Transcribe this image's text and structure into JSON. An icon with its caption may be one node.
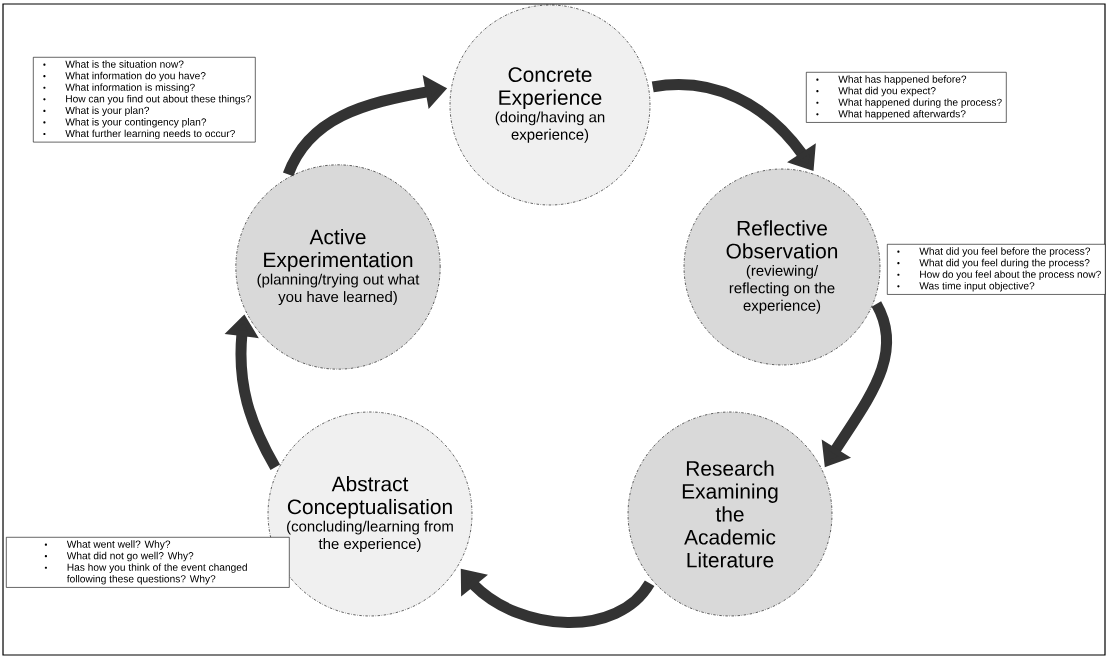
{
  "diagram": {
    "nodes": [
      {
        "text": [
          "Concrete Experience",
          "(doing/having an experience)"
        ]
      },
      {
        "text": [
          "Active Experimentation",
          "(planning/trying out what you have learned)"
        ]
      },
      {
        "text": [
          "Reflective Observation",
          "(reviewing/ reflecting on the experience)"
        ]
      },
      {
        "text": [
          "Research Examining the Academic Literature"
        ]
      },
      {
        "text": [
          "Abstract Conceptualisation",
          "(concluding/learning from the experience)"
        ]
      },
      {
        "text": [
          "What is the situation now?",
          "What information do you have?",
          "What information is missing?",
          "How can you find out about these things?",
          "What is your plan?",
          "What is your contingency plan?",
          "What further learning needs to occur?"
        ]
      },
      {
        "text": [
          "What has happened before?",
          "What did you expect?",
          "What happened during the process?",
          "What happened afterwards?"
        ]
      },
      {
        "text": [
          "What did you feel before the process?",
          "What did you feel during the process?",
          "How do you feel about the process now?",
          "Was time input objective?"
        ]
      },
      {
        "text": [
          "What went well? Why?",
          "What did not go well? Why?",
          "Has how you think of the event changed following these questions? Why?"
        ]
      }
    ],
    "edges": [
      {
        "from": 1,
        "to": 0,
        "arrow": "to"
      },
      {
        "from": 0,
        "to": 2,
        "arrow": "to"
      },
      {
        "from": 2,
        "to": 3,
        "arrow": "to"
      },
      {
        "from": 3,
        "to": 4,
        "arrow": "to"
      },
      {
        "from": 4,
        "to": 1,
        "arrow": "to"
      }
    ]
  }
}
